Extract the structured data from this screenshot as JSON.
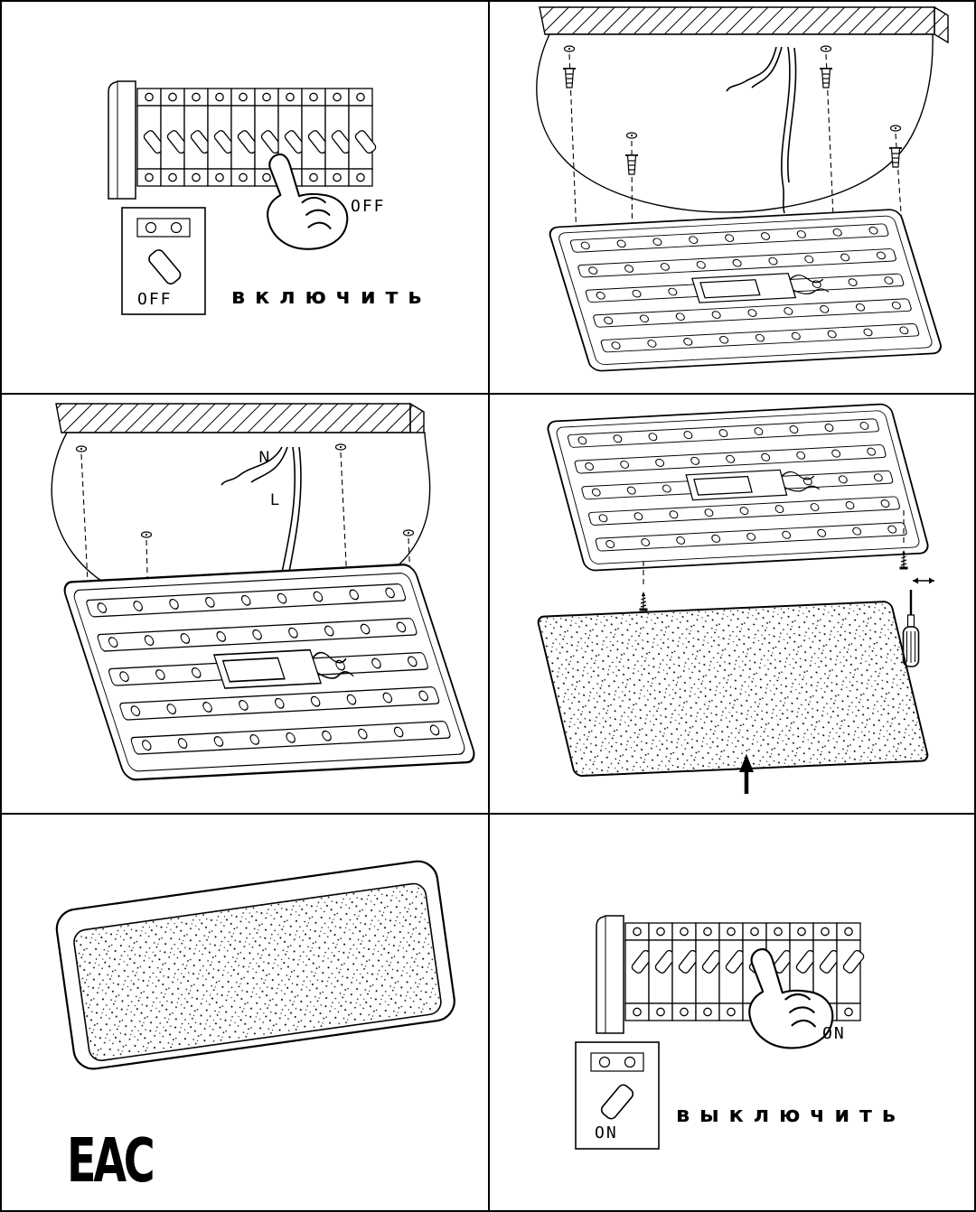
{
  "document": {
    "type": "luminaire-installation-manual-page",
    "language": "ru",
    "colors": {
      "background": "#ffffff",
      "ink": "#000000"
    }
  },
  "steps": {
    "step1": {
      "illustration": "switch-off-circuit-breaker-row-with-hand",
      "breaker_label": "OFF",
      "switch_label": "OFF",
      "caption": "включить"
    },
    "step2": {
      "illustration": "ceiling-holes-wall-plugs-above-led-mounting-plate"
    },
    "step3": {
      "illustration": "connect-mains-wires-and-align-plate",
      "wire_neutral_label": "N",
      "wire_line_label": "L"
    },
    "step4": {
      "illustration": "screw-plate-to-ceiling-attach-diffuser"
    },
    "step5": {
      "illustration": "assembled-luminaire"
    },
    "step6": {
      "illustration": "switch-on-circuit-breaker-row-with-hand",
      "breaker_label": "ON",
      "switch_label": "ON",
      "caption": "выключить"
    },
    "certification": {
      "eac_mark": "EAC"
    }
  }
}
